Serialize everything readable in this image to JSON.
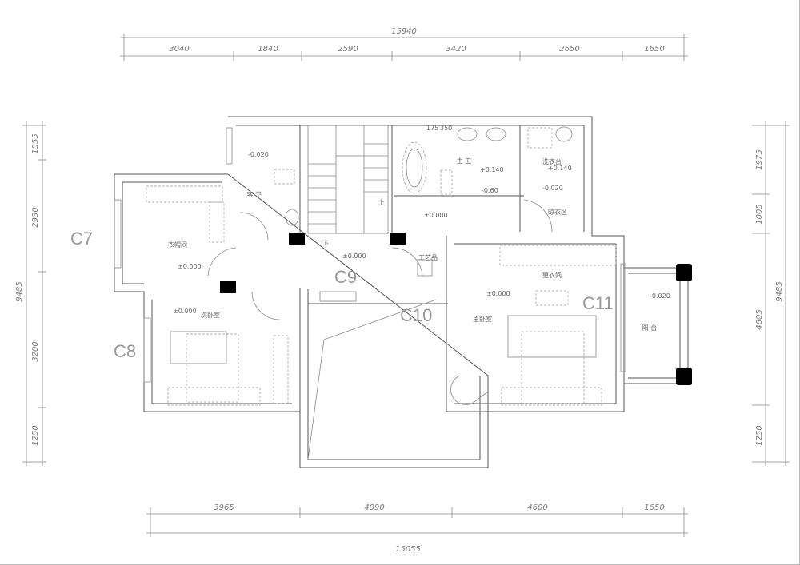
{
  "dimensions": {
    "top_total": "15940",
    "top": [
      "3040",
      "1840",
      "2590",
      "3420",
      "2650",
      "1650"
    ],
    "bottom_total": "15055",
    "bottom": [
      "3965",
      "4090",
      "4600",
      "1650"
    ],
    "left_total": "9485",
    "left": [
      "1555",
      "2930",
      "3200",
      "1250"
    ],
    "right_total": "9485",
    "right": [
      "1975",
      "1005",
      "4605",
      "1250"
    ],
    "bath_small": [
      "175",
      "350"
    ]
  },
  "rooms": {
    "guest_bath": "客 卫",
    "walk_in_closet": "衣帽间",
    "master_bath": "主 卫",
    "laundry": "洗衣台",
    "drying_area": "晾衣区",
    "craft": "工艺品",
    "dressing_room": "更衣间",
    "master_bedroom": "主卧室",
    "second_bedroom": "次卧室",
    "balcony": "阳 台",
    "stairs_down": "下",
    "stairs_up": "上"
  },
  "levels": {
    "guest_bath": "-0.020",
    "closet": "±0.000",
    "hall": "±0.000",
    "master_bath": "+0.140",
    "master_bath_shower": "-0.60",
    "laundry": "+0.140",
    "drying": "-0.020",
    "corridor": "±0.000",
    "dressing": "±0.000",
    "balcony": "-0.020",
    "second_bedroom": "±0.000"
  },
  "window_tags": {
    "c7": "C7",
    "c8": "C8",
    "c9": "C9",
    "c10": "C10",
    "c11": "C11"
  }
}
